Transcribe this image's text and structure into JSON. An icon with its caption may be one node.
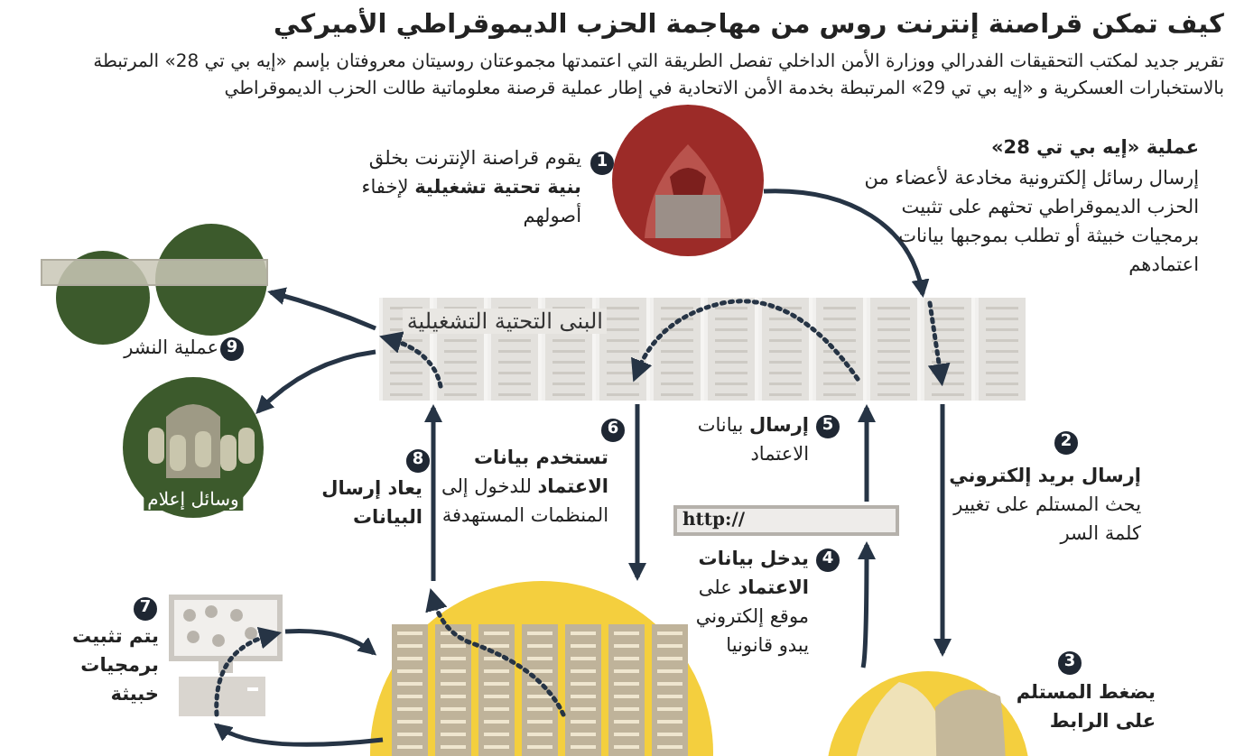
{
  "diagram": {
    "title": "كيف تمكن قراصنة إنترنت روس من مهاجمة الحزب الديموقراطي الأميركي",
    "nodes": [
      {
        "text": [],
        "shape": "picture"
      },
      {
        "text": [
          "البنى التحتية التشغيلية"
        ]
      },
      {
        "text": [],
        "shape": "circle"
      },
      {
        "text": [],
        "shape": "circle"
      },
      {
        "text": [
          "وسائل إعلام"
        ]
      },
      {
        "text": [
          "http://"
        ]
      },
      {
        "text": [],
        "shape": "picture"
      },
      {
        "text": [],
        "shape": "picture"
      },
      {
        "text": [],
        "shape": "picture"
      }
    ],
    "edges": [
      {
        "from": 0,
        "to": 1,
        "arrow": "to"
      },
      {
        "from": 1,
        "to": 3,
        "arrow": "to"
      },
      {
        "from": 1,
        "to": 4,
        "arrow": "to"
      },
      {
        "from": 1,
        "to": 8,
        "arrow": "to"
      },
      {
        "from": 8,
        "to": 1,
        "arrow": "to"
      },
      {
        "from": 5,
        "to": 1,
        "arrow": "to"
      },
      {
        "from": 1,
        "to": 6,
        "arrow": "to"
      },
      {
        "from": 6,
        "to": 5,
        "arrow": "to"
      },
      {
        "from": 7,
        "to": 8,
        "arrow": "to"
      },
      {
        "from": 8,
        "to": 7,
        "arrow": "to"
      }
    ],
    "labels": [
      "تقرير جديد لمكتب التحقيقات الفدرالي ووزارة الأمن الداخلي تفصل الطريقة التي اعتمدتها مجموعتان روسيتان معروفتان بإسم «إيه بي تي 28» المرتبطة بالاستخبارات العسكرية و «إيه بي تي 29» المرتبطة بخدمة الأمن الاتحادية في إطار عملية قرصنة معلوماتية طالت الحزب الديموقراطي",
      "1",
      "يقوم قراصنة الإنترنت بخلق **بنية تحتية تشغيلية** لإخفاء أصولهم",
      "عملية «إيه بي تي 28»",
      "إرسال رسائل إلكترونية مخادعة لأعضاء من الحزب الديموقراطي تحثهم على تثبيت برمجيات خبيثة أو تطلب بموجبها بيانات اعتمادهم",
      "9",
      "عملية النشر",
      "6",
      "**تستخدم بيانات الاعتماد** للدخول إلى المنظمات المستهدفة",
      "5",
      "**إرسال** بيانات الاعتماد",
      "2",
      "**إرسال بريد إلكتروني** يحث المستلم على تغيير كلمة السر",
      "8",
      "يعاد إرسال البيانات",
      "4",
      "**يدخل بيانات الاعتماد** على موقع إلكتروني يبدو قانونيا",
      "7",
      "يتم تثبيت برمجيات خبيثة",
      "3",
      "يضغط المستلم على الرابط"
    ]
  }
}
